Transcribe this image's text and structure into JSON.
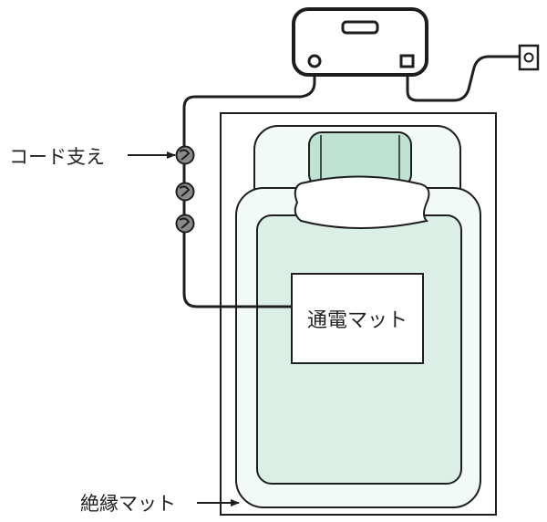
{
  "labels": {
    "cord_support": "コード支え",
    "conductive_mat": "通電マット",
    "insulating_mat": "絶縁マット"
  },
  "colors": {
    "stroke": "#1e1e1e",
    "mat_fill": "#dcefe6",
    "mat_outer_fill": "#f1faf6",
    "pillow_fill": "#bfe3d2",
    "clip_fill": "#8a8a8a",
    "background": "#ffffff"
  },
  "icons": {
    "controller": "control-unit-icon",
    "outlet": "wall-outlet-icon",
    "cord_clip": "cord-clip-icon"
  }
}
